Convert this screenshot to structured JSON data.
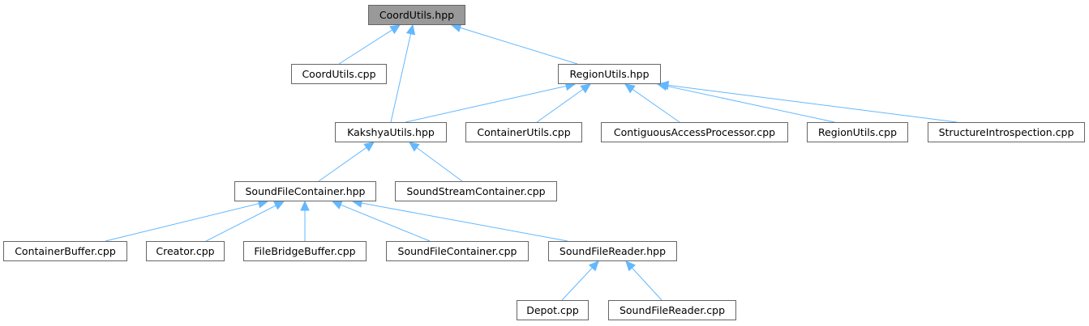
{
  "diagram": {
    "type": "include-dependency-graph",
    "edge_color": "#63b8ff",
    "root_fill": "#999999",
    "node_border": "#666666",
    "nodes": [
      {
        "id": "coordutils_hpp",
        "label": "CoordUtils.hpp",
        "root": true
      },
      {
        "id": "coordutils_cpp",
        "label": "CoordUtils.cpp"
      },
      {
        "id": "regionutils_hpp",
        "label": "RegionUtils.hpp"
      },
      {
        "id": "kakshyautils_hpp",
        "label": "KakshyaUtils.hpp"
      },
      {
        "id": "containerutils_cpp",
        "label": "ContainerUtils.cpp"
      },
      {
        "id": "contiguous_cpp",
        "label": "ContiguousAccessProcessor.cpp"
      },
      {
        "id": "regionutils_cpp",
        "label": "RegionUtils.cpp"
      },
      {
        "id": "structintro_cpp",
        "label": "StructureIntrospection.cpp"
      },
      {
        "id": "soundfilecontainer_hpp",
        "label": "SoundFileContainer.hpp"
      },
      {
        "id": "soundstreamcontainer_cpp",
        "label": "SoundStreamContainer.cpp"
      },
      {
        "id": "containerbuffer_cpp",
        "label": "ContainerBuffer.cpp"
      },
      {
        "id": "creator_cpp",
        "label": "Creator.cpp"
      },
      {
        "id": "filebridgebuffer_cpp",
        "label": "FileBridgeBuffer.cpp"
      },
      {
        "id": "soundfilecontainer_cpp",
        "label": "SoundFileContainer.cpp"
      },
      {
        "id": "soundfilereader_hpp",
        "label": "SoundFileReader.hpp"
      },
      {
        "id": "depot_cpp",
        "label": "Depot.cpp"
      },
      {
        "id": "soundfilereader_cpp",
        "label": "SoundFileReader.cpp"
      }
    ],
    "edges": [
      {
        "from": "coordutils_cpp",
        "to": "coordutils_hpp"
      },
      {
        "from": "kakshyautils_hpp",
        "to": "coordutils_hpp"
      },
      {
        "from": "regionutils_hpp",
        "to": "coordutils_hpp"
      },
      {
        "from": "kakshyautils_hpp",
        "to": "regionutils_hpp"
      },
      {
        "from": "containerutils_cpp",
        "to": "regionutils_hpp"
      },
      {
        "from": "contiguous_cpp",
        "to": "regionutils_hpp"
      },
      {
        "from": "regionutils_cpp",
        "to": "regionutils_hpp"
      },
      {
        "from": "structintro_cpp",
        "to": "regionutils_hpp"
      },
      {
        "from": "soundfilecontainer_hpp",
        "to": "kakshyautils_hpp"
      },
      {
        "from": "soundstreamcontainer_cpp",
        "to": "kakshyautils_hpp"
      },
      {
        "from": "containerbuffer_cpp",
        "to": "soundfilecontainer_hpp"
      },
      {
        "from": "creator_cpp",
        "to": "soundfilecontainer_hpp"
      },
      {
        "from": "filebridgebuffer_cpp",
        "to": "soundfilecontainer_hpp"
      },
      {
        "from": "soundfilecontainer_cpp",
        "to": "soundfilecontainer_hpp"
      },
      {
        "from": "soundfilereader_hpp",
        "to": "soundfilecontainer_hpp"
      },
      {
        "from": "depot_cpp",
        "to": "soundfilereader_hpp"
      },
      {
        "from": "soundfilereader_cpp",
        "to": "soundfilereader_hpp"
      }
    ]
  }
}
